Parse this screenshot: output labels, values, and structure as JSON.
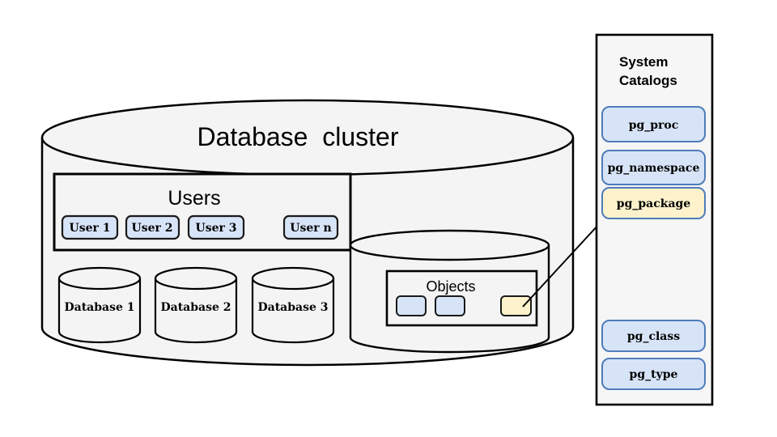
{
  "diagram": {
    "cluster_title": "Database  cluster",
    "users": {
      "title": "Users",
      "items": [
        "User 1",
        "User 2",
        "User 3",
        "User n"
      ]
    },
    "databases": [
      "Database 1",
      "Database 2",
      "Database 3"
    ],
    "objects": {
      "title": "Objects"
    },
    "system_catalogs": {
      "title_line1": "System",
      "title_line2": "Catalogs",
      "items": [
        "pg_proc",
        "pg_namespace",
        "pg_package",
        "pg_class",
        "pg_type"
      ],
      "highlighted_item": "pg_package"
    },
    "colors": {
      "outline": "#000000",
      "shape_fill": "#f4f4f4",
      "panel_fill": "#f6f6f6",
      "blue_fill": "#d7e4f7",
      "yellow_fill": "#fdf2cc",
      "blue_border": "#4f7cba",
      "dark_border": "#1a1a1a"
    }
  }
}
